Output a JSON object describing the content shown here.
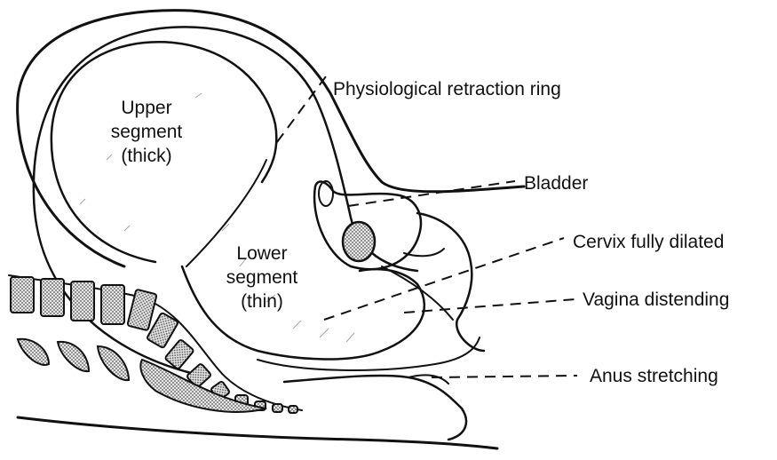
{
  "diagram": {
    "regions": {
      "upper": [
        "Upper",
        "segment",
        "(thick)"
      ],
      "lower": [
        "Lower",
        "segment",
        "(thin)"
      ]
    },
    "labels": {
      "retraction_ring": "Physiological retraction ring",
      "bladder": "Bladder",
      "cervix": "Cervix fully dilated",
      "vagina": "Vagina distending",
      "anus": "Anus stretching"
    },
    "colors": {
      "ink": "#111111",
      "stipple": "#8a8a8a",
      "paper": "#ffffff"
    }
  }
}
